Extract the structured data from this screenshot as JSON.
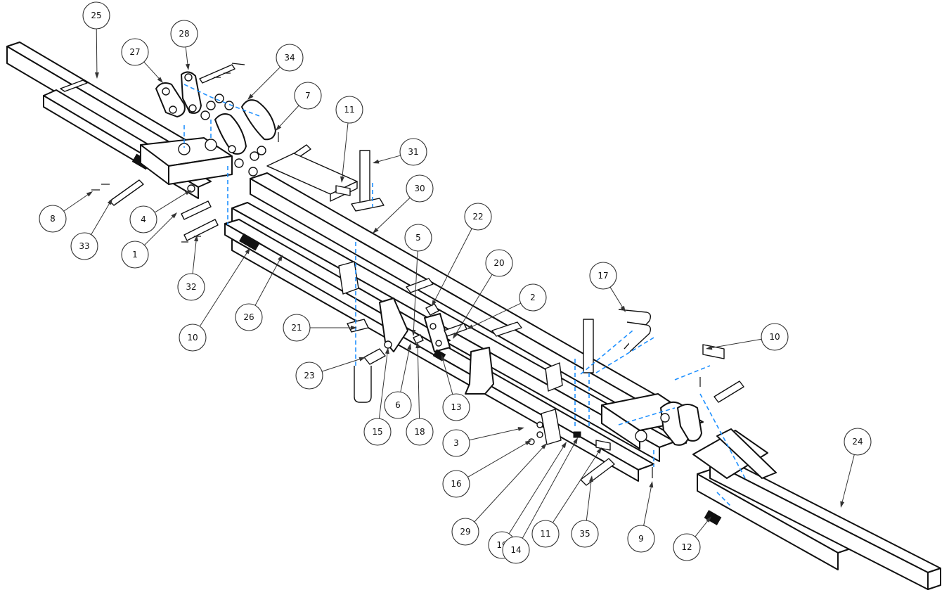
{
  "callouts": [
    {
      "label": "25"
    },
    {
      "label": "27"
    },
    {
      "label": "28"
    },
    {
      "label": "34"
    },
    {
      "label": "7"
    },
    {
      "label": "11"
    },
    {
      "label": "31"
    },
    {
      "label": "30"
    },
    {
      "label": "8"
    },
    {
      "label": "33"
    },
    {
      "label": "4"
    },
    {
      "label": "1"
    },
    {
      "label": "32"
    },
    {
      "label": "10"
    },
    {
      "label": "26"
    },
    {
      "label": "22"
    },
    {
      "label": "5"
    },
    {
      "label": "20"
    },
    {
      "label": "2"
    },
    {
      "label": "21"
    },
    {
      "label": "23"
    },
    {
      "label": "15"
    },
    {
      "label": "6"
    },
    {
      "label": "18"
    },
    {
      "label": "13"
    },
    {
      "label": "17"
    },
    {
      "label": "10"
    },
    {
      "label": "3"
    },
    {
      "label": "16"
    },
    {
      "label": "29"
    },
    {
      "label": "19"
    },
    {
      "label": "14"
    },
    {
      "label": "11"
    },
    {
      "label": "35"
    },
    {
      "label": "9"
    },
    {
      "label": "12"
    },
    {
      "label": "24"
    }
  ],
  "colors": {
    "line": "#111111",
    "hidden_line": "#1e90ff",
    "background": "#ffffff"
  }
}
